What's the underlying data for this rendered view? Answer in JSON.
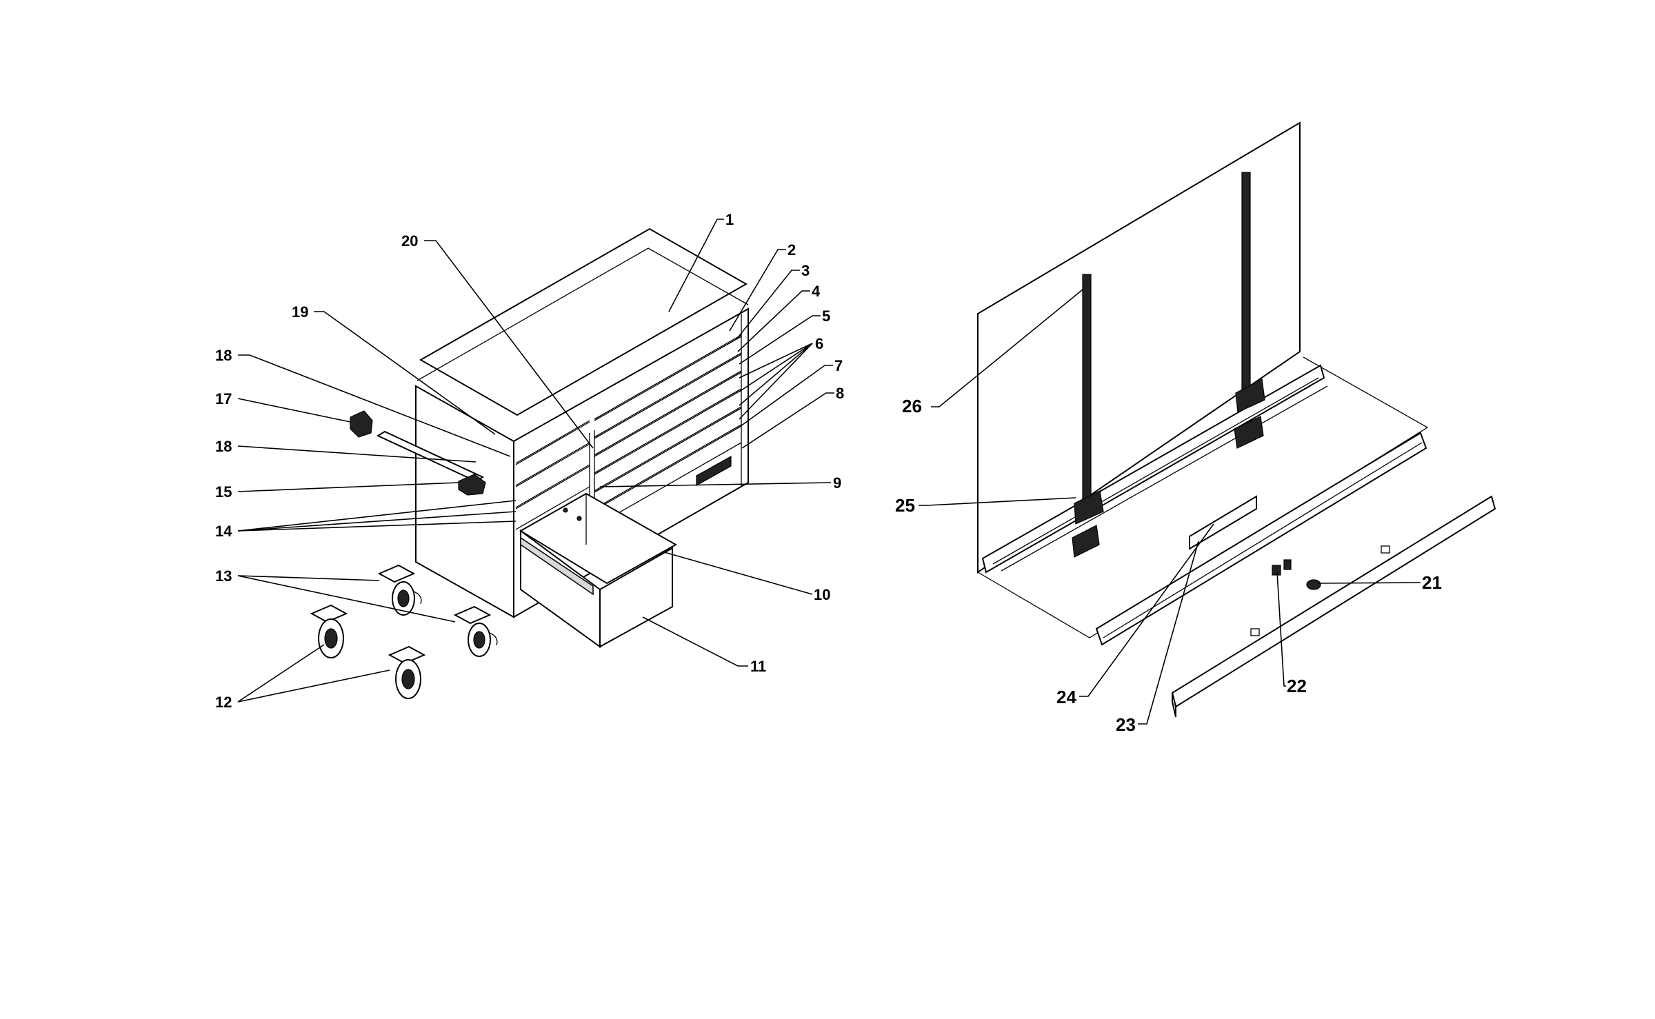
{
  "diagram": {
    "callouts": [
      {
        "id": "c1",
        "text": "1"
      },
      {
        "id": "c2",
        "text": "2"
      },
      {
        "id": "c3",
        "text": "3"
      },
      {
        "id": "c4",
        "text": "4"
      },
      {
        "id": "c5",
        "text": "5"
      },
      {
        "id": "c6",
        "text": "6"
      },
      {
        "id": "c7",
        "text": "7"
      },
      {
        "id": "c8",
        "text": "8"
      },
      {
        "id": "c9",
        "text": "9"
      },
      {
        "id": "c10",
        "text": "10"
      },
      {
        "id": "c11",
        "text": "11"
      },
      {
        "id": "c12",
        "text": "12"
      },
      {
        "id": "c13",
        "text": "13"
      },
      {
        "id": "c14",
        "text": "14"
      },
      {
        "id": "c15",
        "text": "15"
      },
      {
        "id": "c17",
        "text": "17"
      },
      {
        "id": "c18a",
        "text": "18"
      },
      {
        "id": "c18b",
        "text": "18"
      },
      {
        "id": "c19",
        "text": "19"
      },
      {
        "id": "c20",
        "text": "20"
      },
      {
        "id": "c21",
        "text": "21"
      },
      {
        "id": "c22",
        "text": "22"
      },
      {
        "id": "c23",
        "text": "23"
      },
      {
        "id": "c24",
        "text": "24"
      },
      {
        "id": "c25",
        "text": "25"
      },
      {
        "id": "c26",
        "text": "26"
      }
    ]
  }
}
